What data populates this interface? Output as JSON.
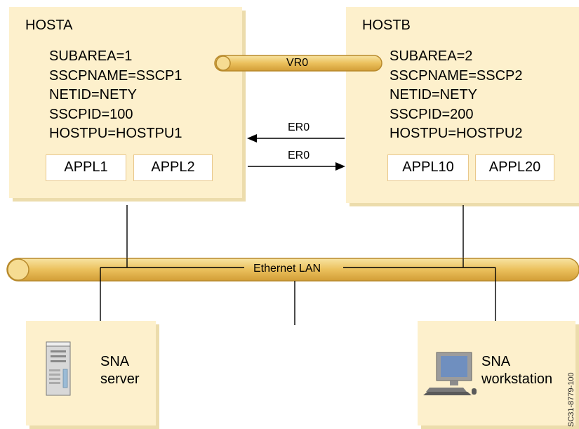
{
  "hosts": [
    {
      "title": "HOSTA",
      "config": [
        "SUBAREA=1",
        "SSCPNAME=SSCP1",
        "NETID=NETY",
        "SSCPID=100",
        "HOSTPU=HOSTPU1"
      ],
      "apps": [
        "APPL1",
        "APPL2"
      ]
    },
    {
      "title": "HOSTB",
      "config": [
        "SUBAREA=2",
        "SSCPNAME=SSCP2",
        "NETID=NETY",
        "SSCPID=200",
        "HOSTPU=HOSTPU2"
      ],
      "apps": [
        "APPL10",
        "APPL20"
      ]
    }
  ],
  "links": {
    "virtual_route": "VR0",
    "explicit_route_1": "ER0",
    "explicit_route_2": "ER0"
  },
  "lan": {
    "label": "Ethernet LAN"
  },
  "nodes": [
    {
      "label": [
        "SNA",
        "server"
      ],
      "icon": "server-icon"
    },
    {
      "label": [
        "SNA",
        "workstation"
      ],
      "icon": "workstation-icon"
    }
  ],
  "watermark": "SC31-8779-100"
}
